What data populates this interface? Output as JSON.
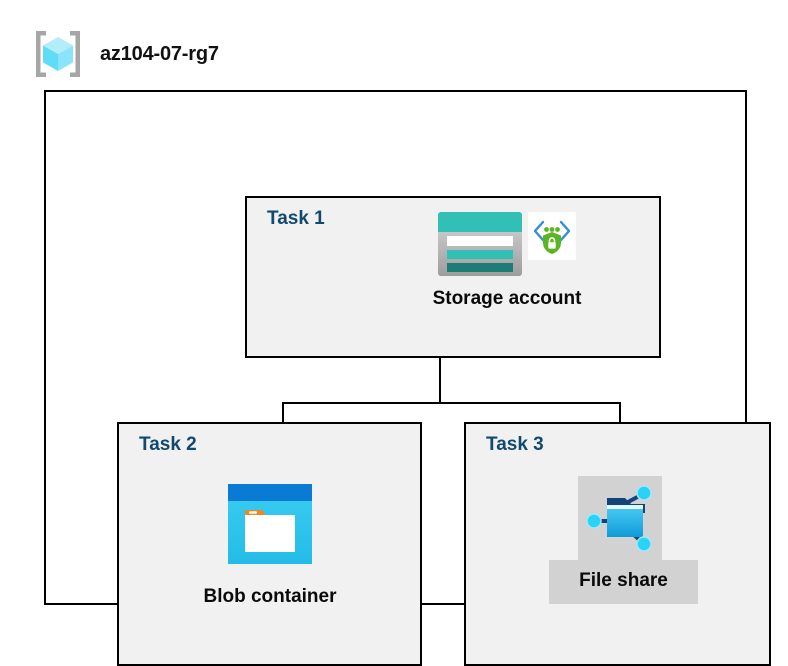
{
  "header": {
    "icon": "resource-group-cube-icon",
    "title": "az104-07-rg7"
  },
  "diagram": {
    "type": "azure-architecture",
    "container": {
      "name": "resource-group-container",
      "label": "az104-07-rg7"
    },
    "panels": [
      {
        "id": "task-1",
        "label": "Task 1",
        "node": {
          "caption": "Storage account",
          "icons": [
            "storage-account-icon",
            "secured-endpoint-shield-icon"
          ],
          "caption_has_plate": false
        }
      },
      {
        "id": "task-2",
        "label": "Task 2",
        "node": {
          "caption": "Blob container",
          "icons": [
            "blob-container-icon"
          ],
          "caption_has_plate": false
        }
      },
      {
        "id": "task-3",
        "label": "Task 3",
        "node": {
          "caption": "File share",
          "icons": [
            "file-share-folder-icon"
          ],
          "caption_has_plate": true
        }
      }
    ],
    "connections": [
      {
        "from": "task-1",
        "to": "task-2"
      },
      {
        "from": "task-1",
        "to": "task-3"
      }
    ]
  },
  "colors": {
    "task_label": "#11496f",
    "panel_background": "#f1f1f1",
    "container_background": "#ffffff",
    "border": "#000000",
    "plate_gray": "#d2d2d2",
    "storage_teal": "#32bfb5",
    "storage_teal_dark": "#1b7d74",
    "storage_gray": "#b4b4b4",
    "blob_blue_dark": "#0078d4",
    "blob_cyan": "#32c8f0",
    "blob_orange": "#f08722",
    "shield_green": "#5bb522",
    "bracket_blue": "#2e8fd8",
    "file_share_blue": "#31b4e8",
    "file_share_navy": "#12437a",
    "cube_cyan": "#9fe9fb",
    "cube_bracket_gray": "#a6a6a6"
  }
}
